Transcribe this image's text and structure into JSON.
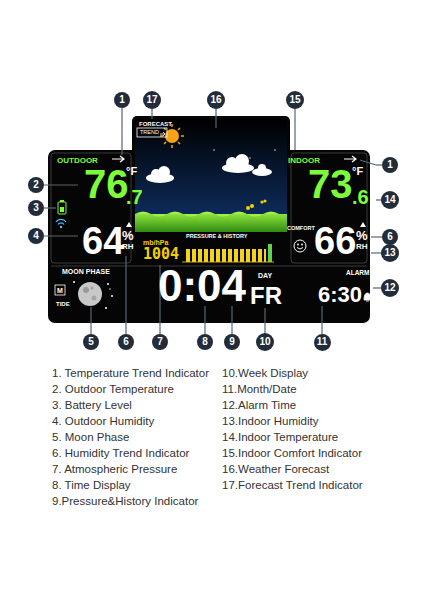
{
  "diagram": {
    "nodes": [
      {
        "text": [
          "FORECAST",
          "TREND",
          "OUTDOOR",
          "76",
          "°F",
          ".7",
          "64",
          "%",
          "RH",
          "PRESSURE & HISTORY",
          "mb/hPa",
          "1004",
          "INDOOR",
          "73",
          "°F",
          ".6",
          "COMFORT",
          "66",
          "%",
          "RH",
          "MOON PHASE",
          "M",
          "TIDE",
          "0:04",
          "DAY",
          "FR",
          "ALARM",
          "6:30"
        ]
      },
      {
        "text": [
          "1"
        ]
      },
      {
        "text": [
          "17"
        ]
      },
      {
        "text": [
          "16"
        ]
      },
      {
        "text": [
          "15"
        ]
      },
      {
        "text": [
          "1"
        ]
      },
      {
        "text": [
          "2"
        ]
      },
      {
        "text": [
          "14"
        ]
      },
      {
        "text": [
          "3"
        ]
      },
      {
        "text": [
          "4"
        ]
      },
      {
        "text": [
          "6"
        ]
      },
      {
        "text": [
          "13"
        ]
      },
      {
        "text": [
          "12"
        ]
      },
      {
        "text": [
          "5"
        ]
      },
      {
        "text": [
          "6"
        ]
      },
      {
        "text": [
          "7"
        ]
      },
      {
        "text": [
          "8"
        ]
      },
      {
        "text": [
          "9"
        ]
      },
      {
        "text": [
          "10"
        ]
      },
      {
        "text": [
          "11"
        ]
      }
    ],
    "labels": [
      "1. Temperature Trend Indicator",
      "2. Outdoor Temperature",
      "3. Battery Level",
      "4. Outdoor Humidity",
      "5. Moon Phase",
      "6. Humidity Trend Indicator",
      "7. Atmospheric Pressure",
      "8. Time Display",
      "9.Pressure&History Indicator",
      "10.Week Display",
      "11.Month/Date",
      "12.Alarm Time",
      "13.Indoor Humidity",
      "14.Indoor Temperature",
      "15.Indoor Comfort Indicator",
      "16.Weather Forecast",
      "17.Forecast Trend Indicator"
    ]
  }
}
